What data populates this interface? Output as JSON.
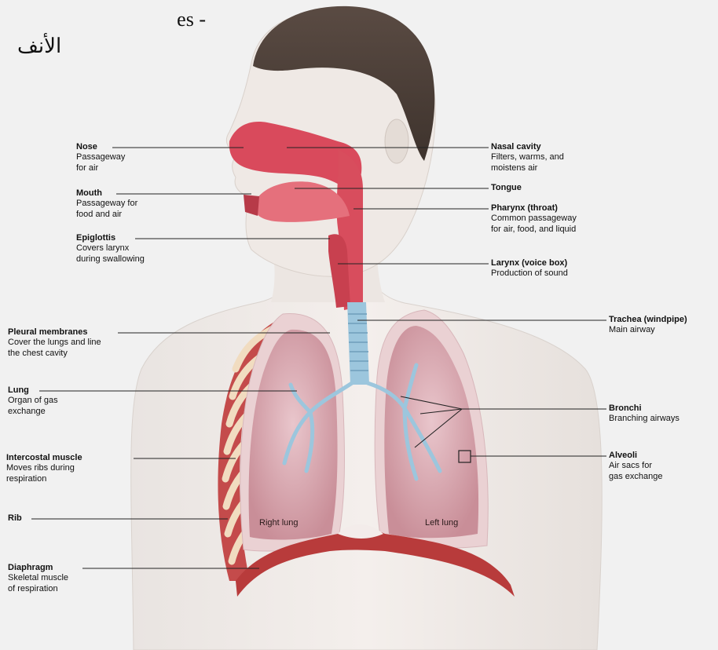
{
  "title": {
    "line1": "es -",
    "line2": "الأنف"
  },
  "labels": {
    "nose": {
      "name": "Nose",
      "desc1": "Passageway",
      "desc2": "for air"
    },
    "mouth": {
      "name": "Mouth",
      "desc1": "Passageway for",
      "desc2": "food and air"
    },
    "epiglottis": {
      "name": "Epiglottis",
      "desc1": "Covers larynx",
      "desc2": "during swallowing"
    },
    "nasal_cavity": {
      "name": "Nasal cavity",
      "desc1": "Filters, warms, and",
      "desc2": "moistens air"
    },
    "tongue": {
      "name": "Tongue"
    },
    "pharynx": {
      "name": "Pharynx (throat)",
      "desc1": "Common passageway",
      "desc2": "for air, food, and liquid"
    },
    "larynx": {
      "name": "Larynx (voice box)",
      "desc1": "Production of sound"
    },
    "trachea": {
      "name": "Trachea (windpipe)",
      "desc1": "Main airway"
    },
    "pleural": {
      "name": "Pleural membranes",
      "desc1": "Cover the lungs and line",
      "desc2": "the chest cavity"
    },
    "lung": {
      "name": "Lung",
      "desc1": "Organ of gas",
      "desc2": "exchange"
    },
    "bronchi": {
      "name": "Bronchi",
      "desc1": "Branching airways"
    },
    "intercostal": {
      "name": "Intercostal muscle",
      "desc1": "Moves ribs during",
      "desc2": "respiration"
    },
    "alveoli": {
      "name": "Alveoli",
      "desc1": "Air sacs for",
      "desc2": "gas exchange"
    },
    "rib": {
      "name": "Rib"
    },
    "diaphragm": {
      "name": "Diaphragm",
      "desc1": "Skeletal muscle",
      "desc2": "of respiration"
    }
  },
  "regions": {
    "right_lung": "Right lung",
    "left_lung": "Left lung"
  }
}
